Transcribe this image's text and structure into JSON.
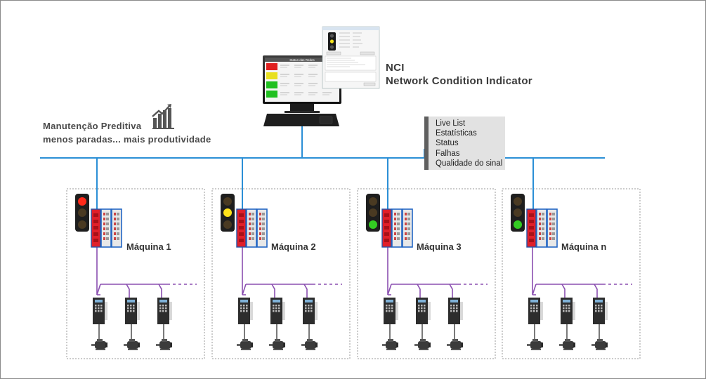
{
  "nci": {
    "title": "NCI",
    "subtitle": "Network Condition Indicator"
  },
  "maintenance": {
    "title": "Manutenção Preditiva",
    "subtitle": "menos paradas... mais produtividade",
    "icon": "rising-bar-chart-icon"
  },
  "features": [
    "Live List",
    "Estatísticas",
    "Status",
    "Falhas",
    "Qualidade do sinal"
  ],
  "monitor_screen": {
    "title": "Status das Redes",
    "rows": [
      {
        "color": "#e02020"
      },
      {
        "color": "#e8e020"
      },
      {
        "color": "#20c020"
      },
      {
        "color": "#20c020"
      }
    ]
  },
  "machines": [
    {
      "label": "Máquina 1",
      "lamp": "red"
    },
    {
      "label": "Máquina 2",
      "lamp": "yellow"
    },
    {
      "label": "Máquina 3",
      "lamp": "green"
    },
    {
      "label": "Máquina n",
      "lamp": "green"
    }
  ],
  "colors": {
    "network_line": "#2b8fd6",
    "field_bus": "#8a4fb0",
    "gateway_red": "#e0202a",
    "gateway_blue": "#2266c4",
    "lamp_red": "#ff2a1a",
    "lamp_yellow": "#ffe21a",
    "lamp_green": "#33cc22",
    "lamp_off": "#4a3a22",
    "features_bg": "#e2e2e2"
  }
}
